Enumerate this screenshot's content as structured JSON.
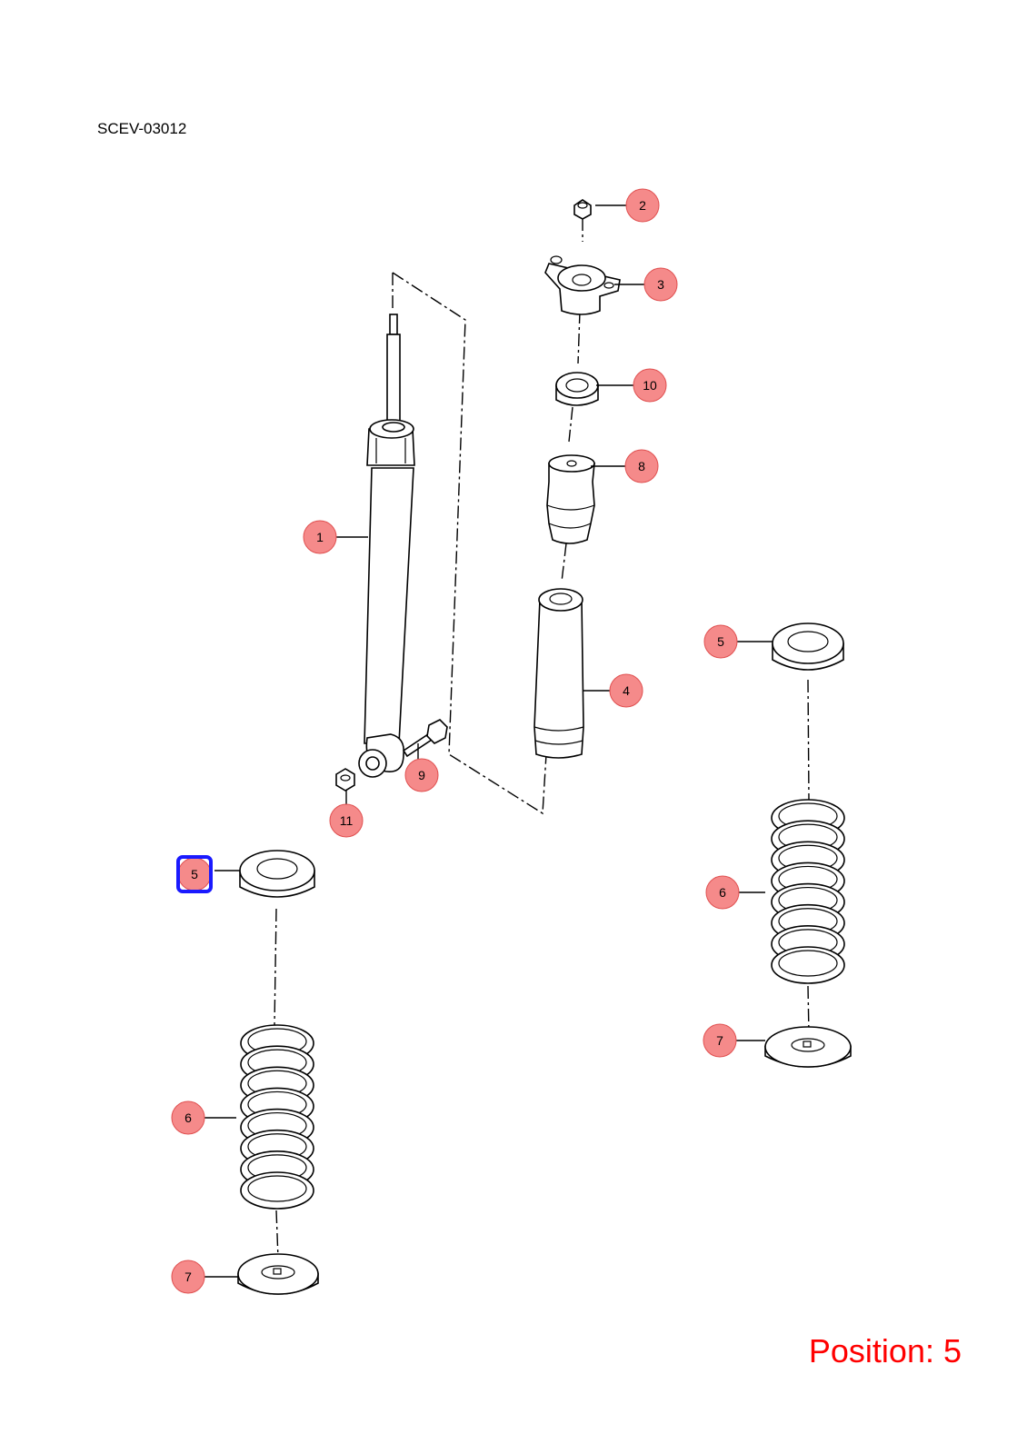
{
  "diagram_code": "SCEV-03012",
  "position_label": "Position: 5",
  "colors": {
    "callout_fill": "#f58a8a",
    "selection": "#1a1aff",
    "position_text": "#ff0000"
  },
  "callouts": [
    {
      "id": "c1",
      "label": "1"
    },
    {
      "id": "c2",
      "label": "2"
    },
    {
      "id": "c3",
      "label": "3"
    },
    {
      "id": "c10",
      "label": "10"
    },
    {
      "id": "c8",
      "label": "8"
    },
    {
      "id": "c4",
      "label": "4"
    },
    {
      "id": "c9",
      "label": "9"
    },
    {
      "id": "c11",
      "label": "11"
    },
    {
      "id": "c5a",
      "label": "5"
    },
    {
      "id": "c5b",
      "label": "5"
    },
    {
      "id": "c6a",
      "label": "6"
    },
    {
      "id": "c6b",
      "label": "6"
    },
    {
      "id": "c7a",
      "label": "7"
    },
    {
      "id": "c7b",
      "label": "7"
    }
  ],
  "selected_callout": "c5a"
}
